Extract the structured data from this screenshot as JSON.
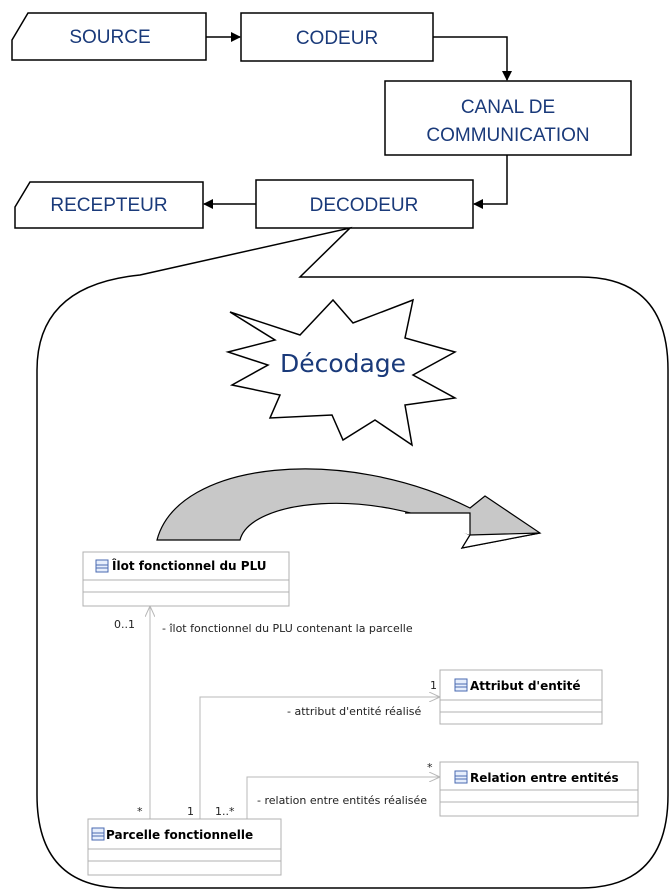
{
  "flow": {
    "source": "SOURCE",
    "codeur": "CODEUR",
    "canal_line1": "CANAL DE",
    "canal_line2": "COMMUNICATION",
    "decodeur": "DECODEUR",
    "recepteur": "RECEPTEUR"
  },
  "callout": {
    "decodage": "Décodage"
  },
  "uml": {
    "classes": {
      "ilot": "Îlot fonctionnel du PLU",
      "parcelle": "Parcelle fonctionnelle",
      "attribut": "Attribut d'entité",
      "relation": "Relation entre entités"
    },
    "associations": {
      "ilot_role": "- îlot fonctionnel du PLU contenant la parcelle",
      "ilot_mult_top": "0..1",
      "ilot_mult_bottom": "*",
      "attribut_role": "- attribut d'entité réalisé",
      "attribut_mult_target": "1",
      "attribut_mult_source": "1",
      "relation_role": "- relation entre entités réalisée",
      "relation_mult_target": "*",
      "relation_mult_source": "1..*"
    }
  },
  "colors": {
    "flow_text": "#1a3a7a",
    "class_fill": "#ffffff",
    "class_border": "#b0b0b0",
    "arrow_fill": "#c8c8c8",
    "uml_line": "#b8b8b8"
  }
}
